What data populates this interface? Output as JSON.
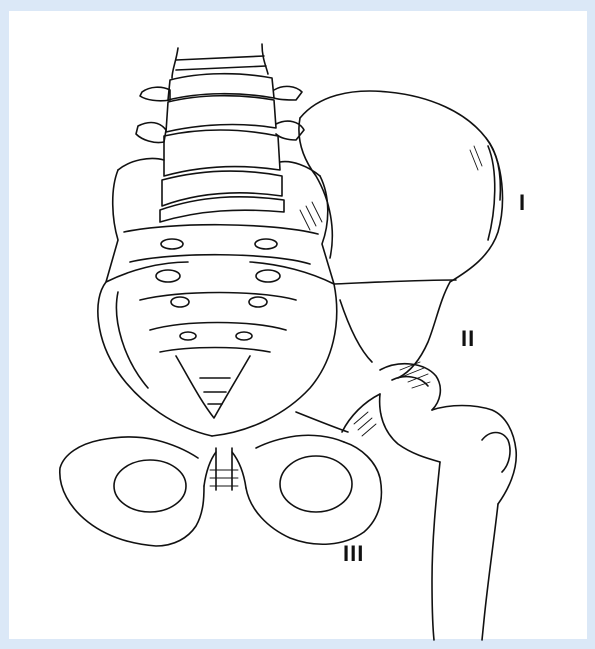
{
  "figure": {
    "background_color": "#dbe8f7",
    "panel_color": "#ffffff",
    "line_color": "#111111",
    "labels": [
      {
        "id": "I",
        "text": "I"
      },
      {
        "id": "II",
        "text": "II"
      },
      {
        "id": "III",
        "text": "III"
      }
    ]
  }
}
